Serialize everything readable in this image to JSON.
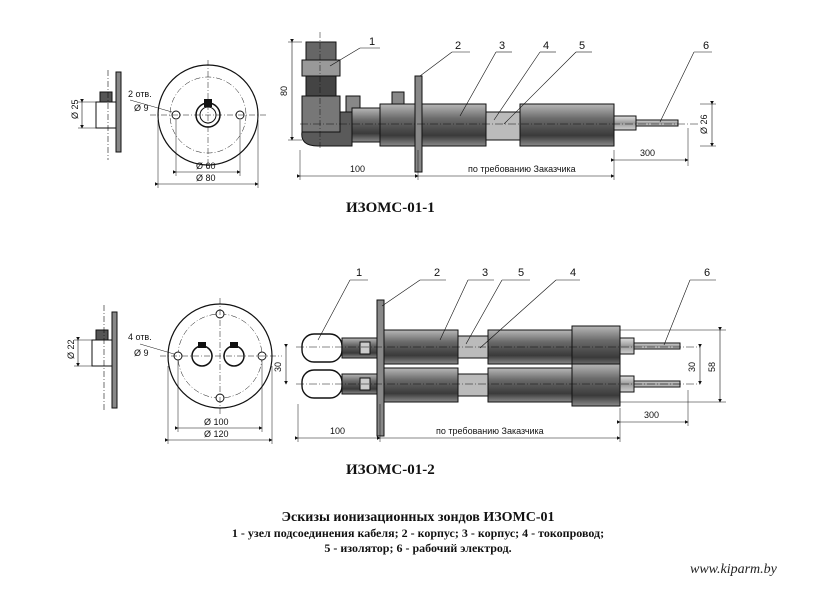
{
  "upper_model": {
    "title": "ИЗОМС-01-1",
    "callouts": [
      "1",
      "2",
      "3",
      "4",
      "5",
      "6"
    ],
    "dims": {
      "flange_dia_inner": "Ø 60",
      "flange_dia_outer": "Ø 80",
      "holes": "2 отв.",
      "hole_dia": "Ø 9",
      "tube_dia": "Ø 25",
      "height": "80",
      "length_100": "100",
      "by_request": "по требованию Заказчика",
      "length_300": "300",
      "electrode_dia": "Ø 26"
    }
  },
  "lower_model": {
    "title": "ИЗОМС-01-2",
    "callouts": [
      "1",
      "2",
      "3",
      "5",
      "4",
      "6"
    ],
    "dims": {
      "flange_dia_inner": "Ø 100",
      "flange_dia_outer": "Ø 120",
      "holes": "4 отв.",
      "hole_dia": "Ø 9",
      "tube_dia": "Ø 22",
      "spacing_left": "30",
      "length_100": "100",
      "by_request": "по требованию Заказчика",
      "length_300": "300",
      "spacing_right": "30",
      "overall": "58"
    }
  },
  "caption": {
    "title": "Эскизы ионизационных зондов ИЗОМС-01",
    "line1": "1 - узел подсоединения кабеля; 2 - корпус; 3 - корпус; 4 - токопровод;",
    "line2": "5 - изолятор; 6 - рабочий электрод."
  },
  "watermark": "www.kiparm.by"
}
